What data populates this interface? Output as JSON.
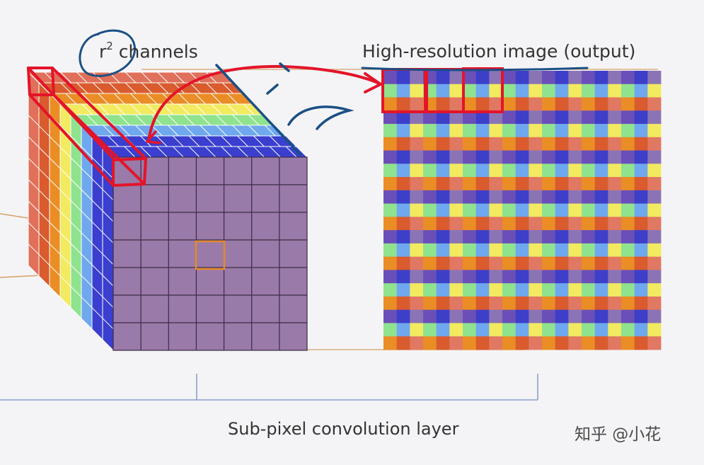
{
  "labels": {
    "channels_base": "r",
    "channels_exp": "2",
    "channels_rest": " channels",
    "output": "High-resolution image (output)",
    "layer": "Sub-pixel convolution layer",
    "watermark": "知乎 @小花"
  },
  "colors": {
    "background": "#f4f4f6",
    "channel_layers": [
      "#e0705a",
      "#d95b2e",
      "#ea8d25",
      "#f2ea60",
      "#8fe38e",
      "#6fa8ee",
      "#3a3fcf"
    ],
    "front_face": "#9a7aa8",
    "output_pattern": [
      [
        "#6b4fb8",
        "#3d3fc9",
        "#8a74b6"
      ],
      [
        "#8fe38e",
        "#6fa8ee",
        "#f2ea60"
      ],
      [
        "#ea8d25",
        "#d95b2e",
        "#e07862"
      ]
    ],
    "annotation_red": "#e3142a",
    "annotation_blue": "#1a4f85",
    "guide_line": "#d4a066",
    "bracket_line": "#8aa0c8"
  },
  "diagram": {
    "channel_count": 9,
    "front_grid_size": 7,
    "output_grid_size": 21,
    "output_block_size": 3
  }
}
